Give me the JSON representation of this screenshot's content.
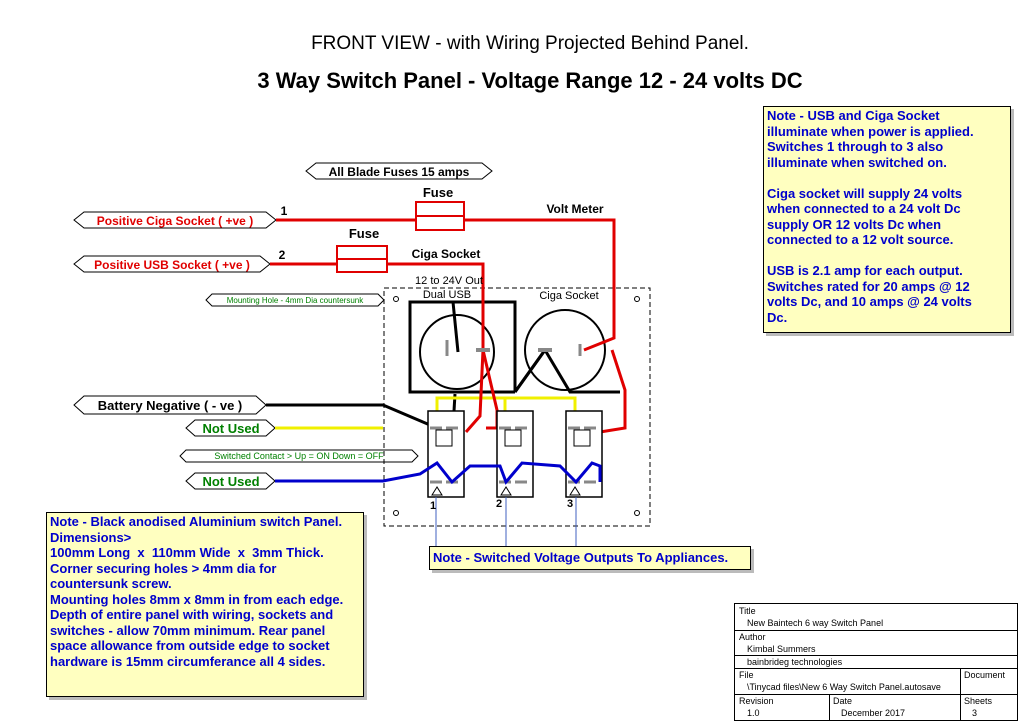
{
  "titles": {
    "line1": "FRONT VIEW - with Wiring Projected Behind Panel.",
    "line2": "3 Way Switch Panel - Voltage Range 12 - 24 volts DC"
  },
  "labels": {
    "fuses_note": "All Blade Fuses 15 amps",
    "positive_ciga": "Positive Ciga Socket ( +ve )",
    "positive_usb": "Positive USB Socket ( +ve )",
    "mounting_hole": "Mounting Hole - 4mm Dia countersunk",
    "battery_negative": "Battery Negative ( - ve )",
    "not_used_1": "Not Used",
    "switched_contact": "Switched Contact > Up = ON   Down = OFF",
    "not_used_2": "Not Used",
    "fuse_1": "Fuse",
    "fuse_2": "Fuse",
    "wire_1": "1",
    "wire_2": "2",
    "volt_meter": "Volt Meter",
    "ciga_socket_top": "Ciga Socket",
    "usb_out": "12 to 24V Out",
    "dual_usb": "Dual USB",
    "ciga_socket_panel": "Ciga Socket",
    "switch_1": "1",
    "switch_2": "2",
    "switch_3": "3"
  },
  "notes": {
    "right": [
      "Note - USB and Ciga Socket",
      "illuminate when power is applied.",
      "Switches 1 through to 3 also",
      "illuminate when switched on.",
      "",
      "Ciga socket will supply 24 volts",
      "when connected to a 24 volt Dc",
      "supply OR 12 volts Dc when",
      "connected to a 12 volt source.",
      "",
      "USB is 2.1 amp for each output.",
      "Switches rated for 20 amps @ 12",
      "volts Dc, and 10 amps @ 24 volts",
      "Dc."
    ],
    "left": [
      "Note - Black anodised Aluminium switch Panel.",
      "Dimensions>",
      "100mm Long  x  110mm Wide  x  3mm Thick.",
      "Corner securing holes > 4mm dia for",
      "countersunk screw.",
      "Mounting holes 8mm x 8mm in from each edge.",
      "Depth of entire panel with wiring, sockets and",
      "switches - allow 70mm minimum. Rear panel",
      "space allowance from outside edge to socket",
      "hardware is 15mm circumferance all 4 sides."
    ],
    "middle": "Note - Switched Voltage Outputs To Appliances."
  },
  "title_block": {
    "title_label": "Title",
    "title_value": "New Baintech 6 way Switch Panel",
    "author_label": "Author",
    "author_name": "Kimbal Summers",
    "author_company": "bainbrideg technologies",
    "file_label": "File",
    "file_value": "\\Tinycad files\\New 6 Way Switch Panel.autosave",
    "document_label": "Document",
    "revision_label": "Revision",
    "revision_value": "1.0",
    "date_label": "Date",
    "date_value": "December 2017",
    "sheets_label": "Sheets",
    "sheets_value": "3"
  },
  "colors": {
    "wire_positive": "#e00000",
    "wire_negative": "#000000",
    "wire_yellow": "#f0f000",
    "wire_blue": "#0000cc",
    "label_red_text": "#e00000",
    "label_green_text": "#008000",
    "note_bg": "#ffffc0",
    "note_text": "#0000cc"
  }
}
